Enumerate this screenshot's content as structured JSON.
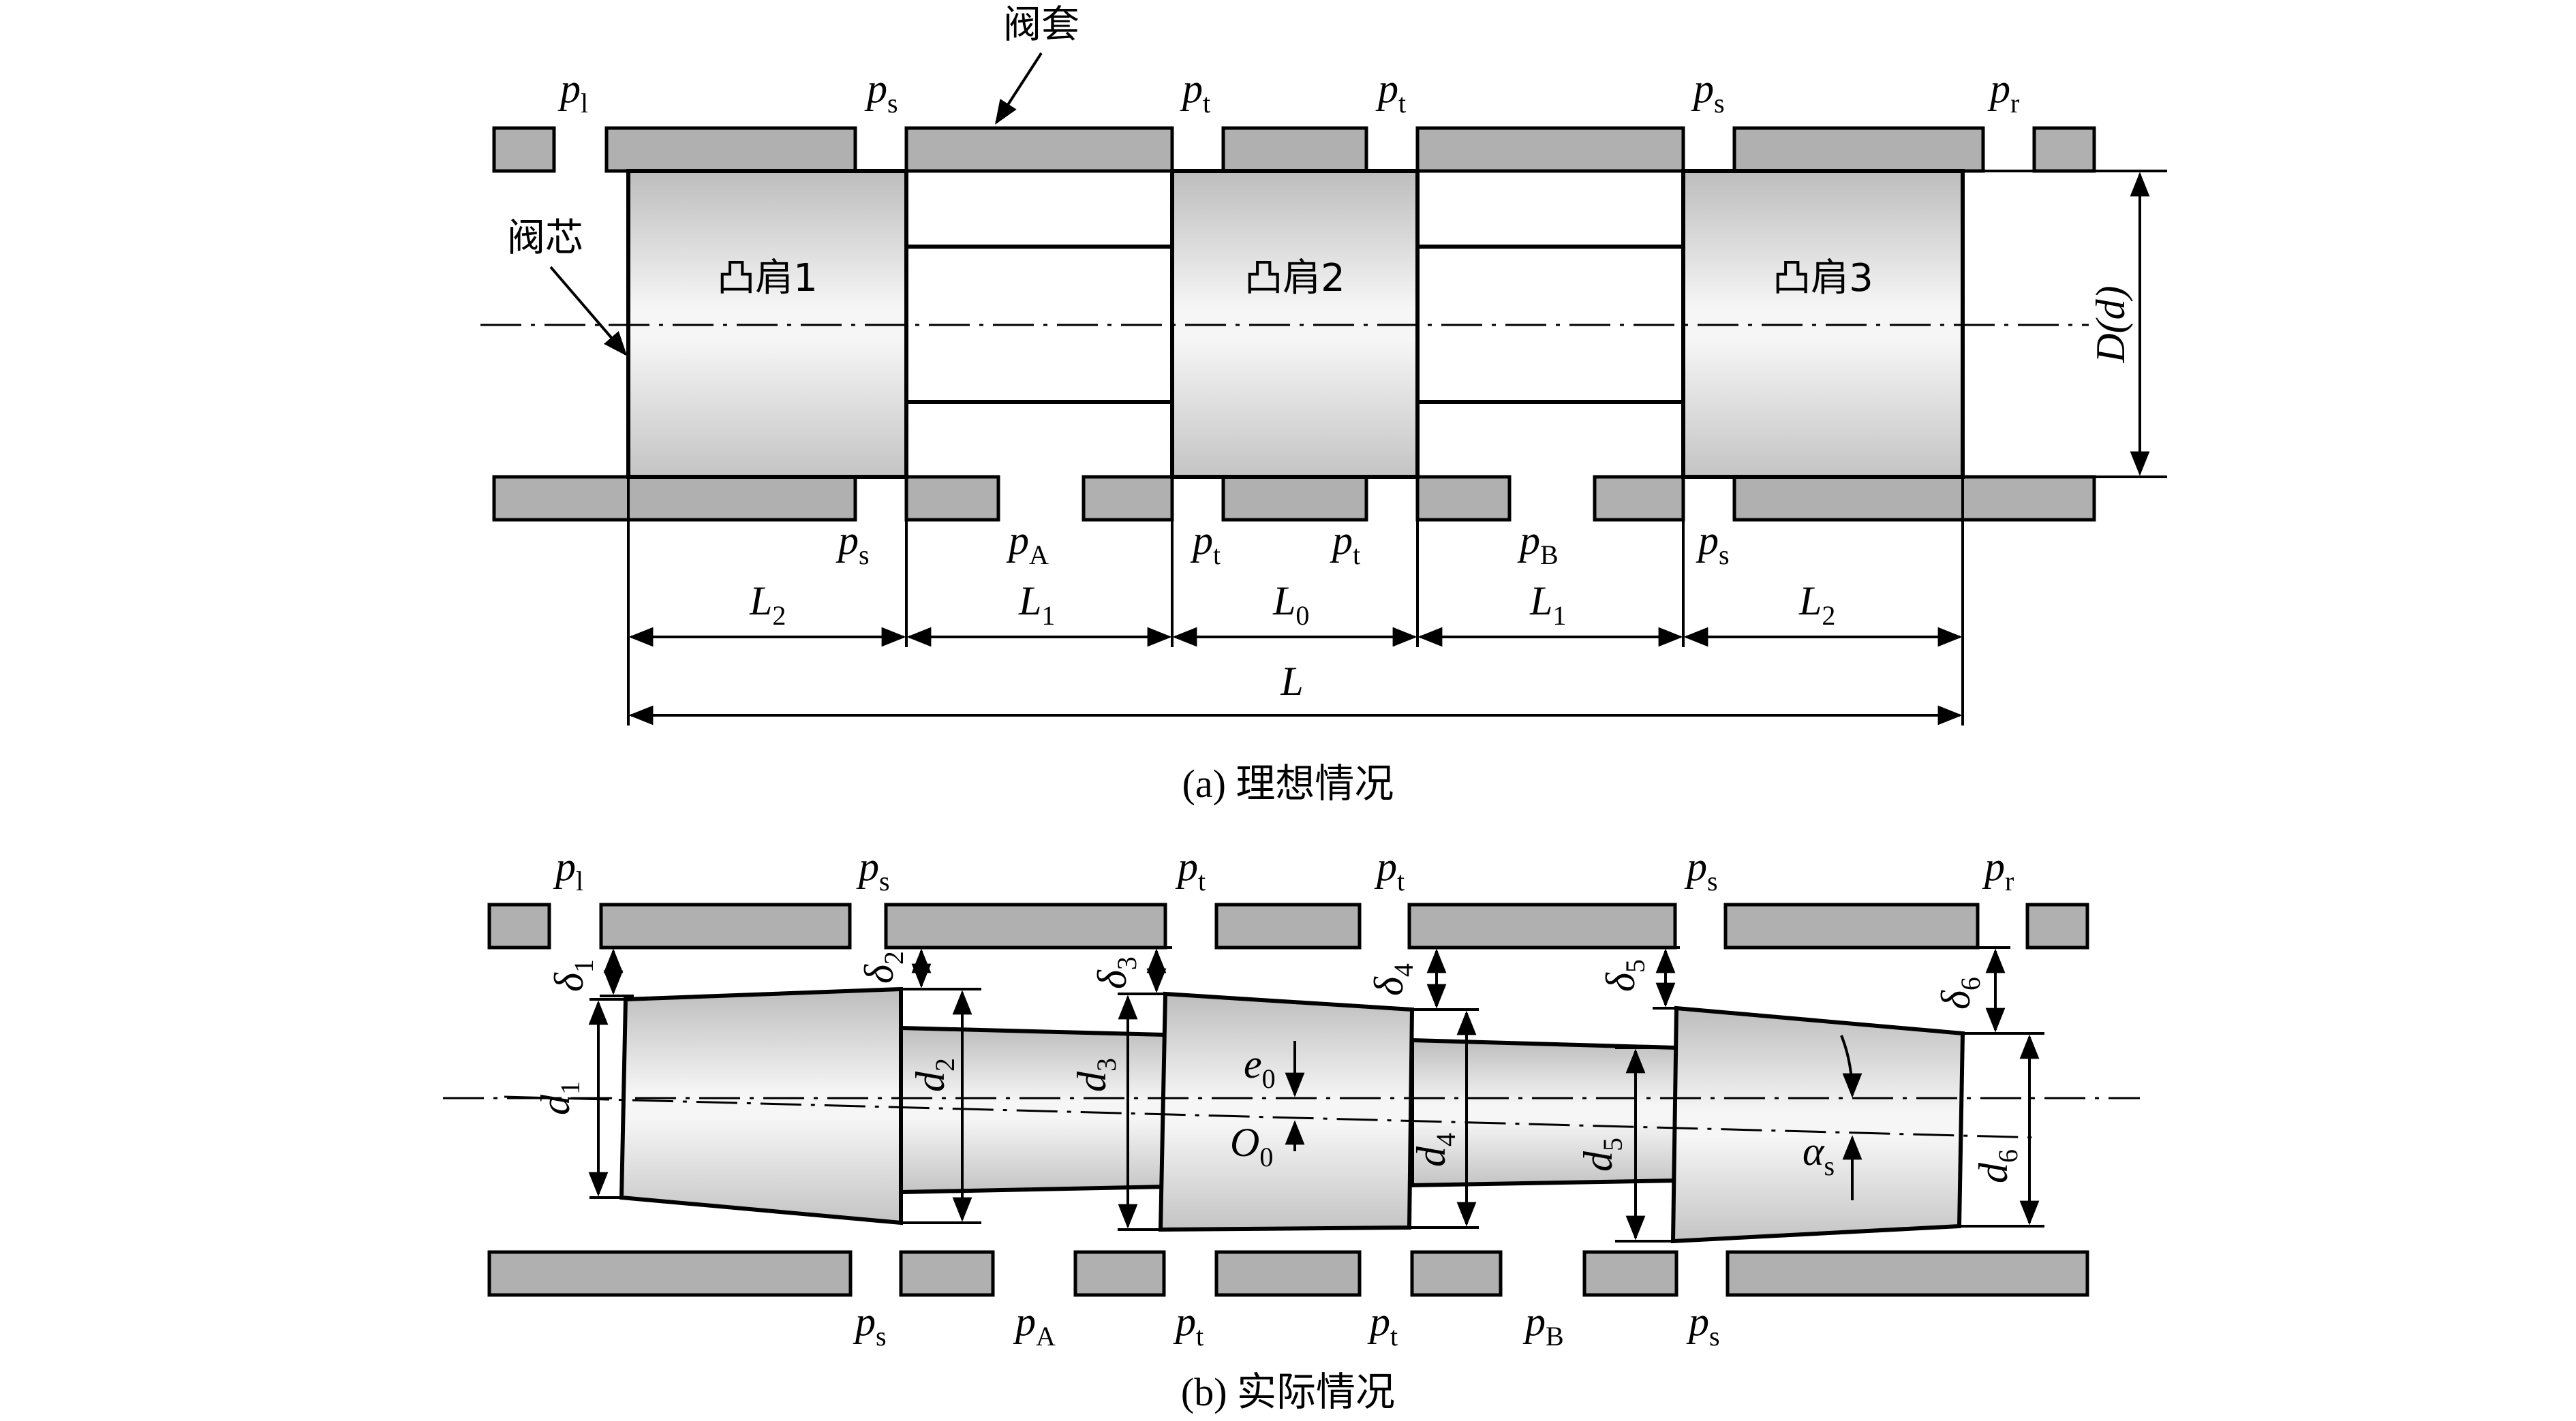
{
  "panel_a": {
    "caption": "(a) 理想情况",
    "sleeve_label": "阀套",
    "spool_label": "阀芯",
    "land_labels": [
      "凸肩1",
      "凸肩2",
      "凸肩3"
    ],
    "top_ports": [
      {
        "main": "p",
        "sub": "l"
      },
      {
        "main": "p",
        "sub": "s"
      },
      {
        "main": "p",
        "sub": "t"
      },
      {
        "main": "p",
        "sub": "t"
      },
      {
        "main": "p",
        "sub": "s"
      },
      {
        "main": "p",
        "sub": "r"
      }
    ],
    "bottom_ports": [
      {
        "main": "p",
        "sub": "s"
      },
      {
        "main": "p",
        "sub": "A"
      },
      {
        "main": "p",
        "sub": "t"
      },
      {
        "main": "p",
        "sub": "t"
      },
      {
        "main": "p",
        "sub": "B"
      },
      {
        "main": "p",
        "sub": "s"
      }
    ],
    "length_dims": [
      {
        "main": "L",
        "sub": "2"
      },
      {
        "main": "L",
        "sub": "1"
      },
      {
        "main": "L",
        "sub": "0"
      },
      {
        "main": "L",
        "sub": "1"
      },
      {
        "main": "L",
        "sub": "2"
      }
    ],
    "total_length": "L",
    "diameter": "D(d)"
  },
  "panel_b": {
    "caption": "(b) 实际情况",
    "top_ports": [
      {
        "main": "p",
        "sub": "l"
      },
      {
        "main": "p",
        "sub": "s"
      },
      {
        "main": "p",
        "sub": "t"
      },
      {
        "main": "p",
        "sub": "t"
      },
      {
        "main": "p",
        "sub": "s"
      },
      {
        "main": "p",
        "sub": "r"
      }
    ],
    "bottom_ports": [
      {
        "main": "p",
        "sub": "s"
      },
      {
        "main": "p",
        "sub": "A"
      },
      {
        "main": "p",
        "sub": "t"
      },
      {
        "main": "p",
        "sub": "t"
      },
      {
        "main": "p",
        "sub": "B"
      },
      {
        "main": "p",
        "sub": "s"
      }
    ],
    "gaps": [
      {
        "main": "δ",
        "sub": "1"
      },
      {
        "main": "δ",
        "sub": "2"
      },
      {
        "main": "δ",
        "sub": "3"
      },
      {
        "main": "δ",
        "sub": "4"
      },
      {
        "main": "δ",
        "sub": "5"
      },
      {
        "main": "δ",
        "sub": "6"
      }
    ],
    "diameters": [
      {
        "main": "d",
        "sub": "1"
      },
      {
        "main": "d",
        "sub": "2"
      },
      {
        "main": "d",
        "sub": "3"
      },
      {
        "main": "d",
        "sub": "4"
      },
      {
        "main": "d",
        "sub": "5"
      },
      {
        "main": "d",
        "sub": "6"
      }
    ],
    "eccentricity": {
      "main": "e",
      "sub": "0"
    },
    "center": {
      "main": "O",
      "sub": "0"
    },
    "tilt_angle": {
      "main": "α",
      "sub": "s"
    }
  }
}
